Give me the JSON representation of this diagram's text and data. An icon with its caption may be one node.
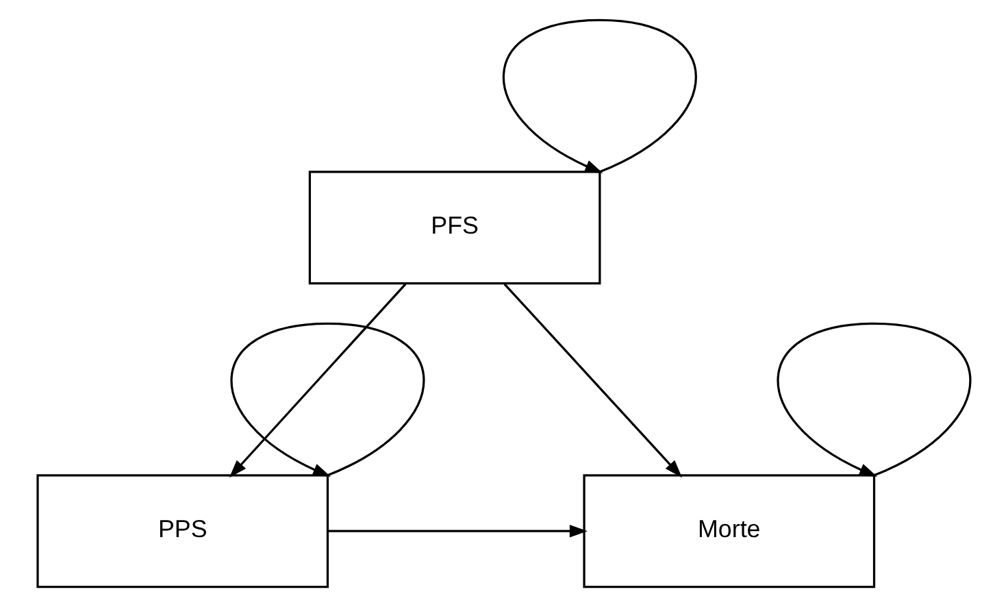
{
  "diagram": {
    "nodes": [
      {
        "text": [
          "PFS"
        ]
      },
      {
        "text": [
          "PPS"
        ]
      },
      {
        "text": [
          "Morte"
        ]
      }
    ],
    "edges": [
      {
        "from": 0,
        "to": 0,
        "arrow": "to"
      },
      {
        "from": 0,
        "to": 1,
        "arrow": "to"
      },
      {
        "from": 0,
        "to": 2,
        "arrow": "to"
      },
      {
        "from": 1,
        "to": 1,
        "arrow": "to"
      },
      {
        "from": 1,
        "to": 2,
        "arrow": "to"
      },
      {
        "from": 2,
        "to": 2,
        "arrow": "to"
      }
    ]
  }
}
